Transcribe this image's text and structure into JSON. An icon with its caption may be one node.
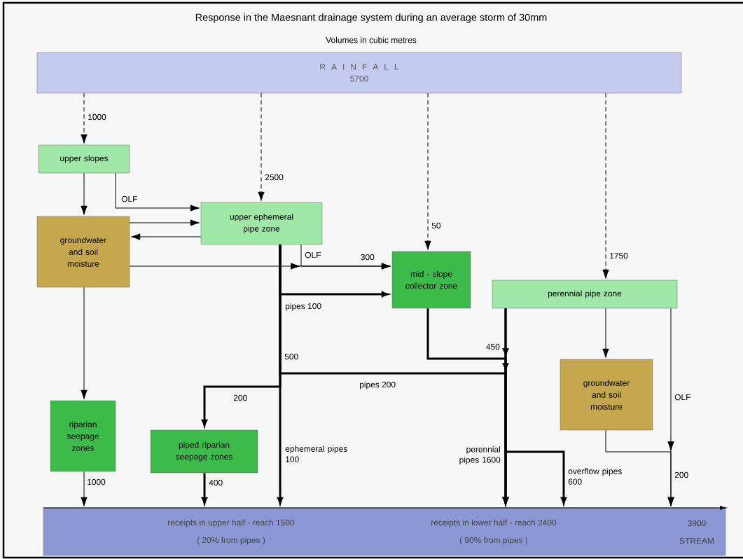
{
  "diagram": {
    "title": "Response in the Maesnant drainage system during an average storm of 30mm",
    "nodes": [
      {
        "text": [
          "R A I N F A L L",
          "5700"
        ]
      },
      {
        "text": [
          "upper slopes"
        ]
      },
      {
        "text": [
          "groundwater and soil moisture"
        ]
      },
      {
        "text": [
          "upper ephemeral pipe zone"
        ]
      },
      {
        "text": [
          "mid - slope collector zone"
        ]
      },
      {
        "text": [
          "perennial pipe zone"
        ]
      },
      {
        "text": [
          "groundwater and soil moisture"
        ]
      },
      {
        "text": [
          "riparian seepage zones"
        ]
      },
      {
        "text": [
          "piped riparian seepage zones"
        ]
      },
      {
        "text": [
          "receipts in upper half - reach 1500",
          "( 20% from pipes )",
          "receipts in lower half - reach 2400",
          "( 90% from pipes )",
          "3900",
          "STREAM"
        ]
      }
    ],
    "edges": [
      {
        "from": 0,
        "to": 1,
        "arrow": "to",
        "label": "1000",
        "style": "dashed"
      },
      {
        "from": 0,
        "to": 3,
        "arrow": "to",
        "label": "2500",
        "style": "dashed"
      },
      {
        "from": 0,
        "to": 4,
        "arrow": "to",
        "label": "50",
        "style": "dashed"
      },
      {
        "from": 0,
        "to": 5,
        "arrow": "to",
        "label": "1750",
        "style": "dashed"
      },
      {
        "from": 1,
        "to": 2,
        "arrow": "to"
      },
      {
        "from": 1,
        "to": 3,
        "arrow": "to",
        "label": "OLF"
      },
      {
        "from": 2,
        "to": 3,
        "arrow": "to"
      },
      {
        "from": 3,
        "to": 2,
        "arrow": "to"
      },
      {
        "from": 2,
        "to": 4,
        "arrow": "to",
        "label": "300"
      },
      {
        "from": 3,
        "to": 4,
        "arrow": "to",
        "label": "OLF"
      },
      {
        "from": 3,
        "to": 4,
        "arrow": "to",
        "label": "pipes 100",
        "style": "thick"
      },
      {
        "from": 3,
        "to": 9,
        "arrow": "to",
        "label": "pipes 200",
        "style": "thick"
      },
      {
        "from": 3,
        "to": 8,
        "arrow": "to",
        "label": "200",
        "style": "thick"
      },
      {
        "from": 3,
        "to": 9,
        "arrow": "to",
        "label": "ephemeral pipes 100",
        "style": "thick"
      },
      {
        "from": 4,
        "to": 9,
        "arrow": "to",
        "label": "450",
        "style": "thick"
      },
      {
        "from": 5,
        "to": 9,
        "arrow": "to",
        "label": "perennial pipes 1600",
        "style": "thick"
      },
      {
        "from": 5,
        "to": 9,
        "arrow": "to",
        "label": "overflow pipes 600",
        "style": "thick"
      },
      {
        "from": 5,
        "to": 6,
        "arrow": "to"
      },
      {
        "from": 5,
        "to": 9,
        "arrow": "to",
        "label": "OLF"
      },
      {
        "from": 6,
        "to": 9,
        "arrow": "to",
        "label": "200"
      },
      {
        "from": 2,
        "to": 7,
        "arrow": "to"
      },
      {
        "from": 7,
        "to": 9,
        "arrow": "to",
        "label": "1000"
      },
      {
        "from": 8,
        "to": 9,
        "arrow": "to",
        "label": "400",
        "style": "thick"
      }
    ],
    "labels": [
      "Volumes in cubic metres",
      "500"
    ]
  }
}
